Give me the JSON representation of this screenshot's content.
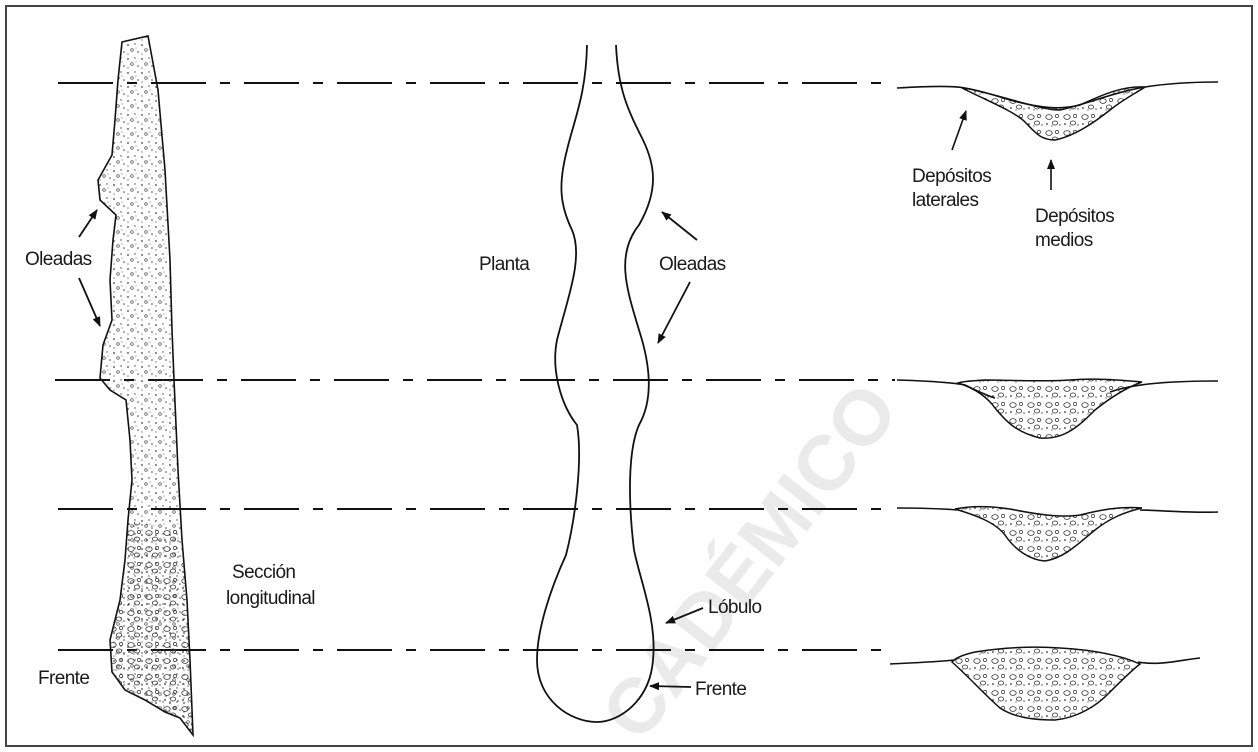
{
  "labels": {
    "longitudinal": {
      "oleadas": "Oleadas",
      "seccion_line1": "Sección",
      "seccion_line2": "longitudinal",
      "frente": "Frente"
    },
    "plan": {
      "planta": "Planta",
      "oleadas": "Oleadas",
      "lobulo": "Lóbulo",
      "frente": "Frente"
    },
    "cross_sections": {
      "laterales_line1": "Depósitos",
      "laterales_line2": "laterales",
      "medios_line1": "Depósitos",
      "medios_line2": "medios"
    }
  },
  "watermark": "CADÉMICO",
  "colors": {
    "line": "#111111",
    "frame": "#444444",
    "stipple": "#555555",
    "watermark": "#d9d9d9"
  }
}
